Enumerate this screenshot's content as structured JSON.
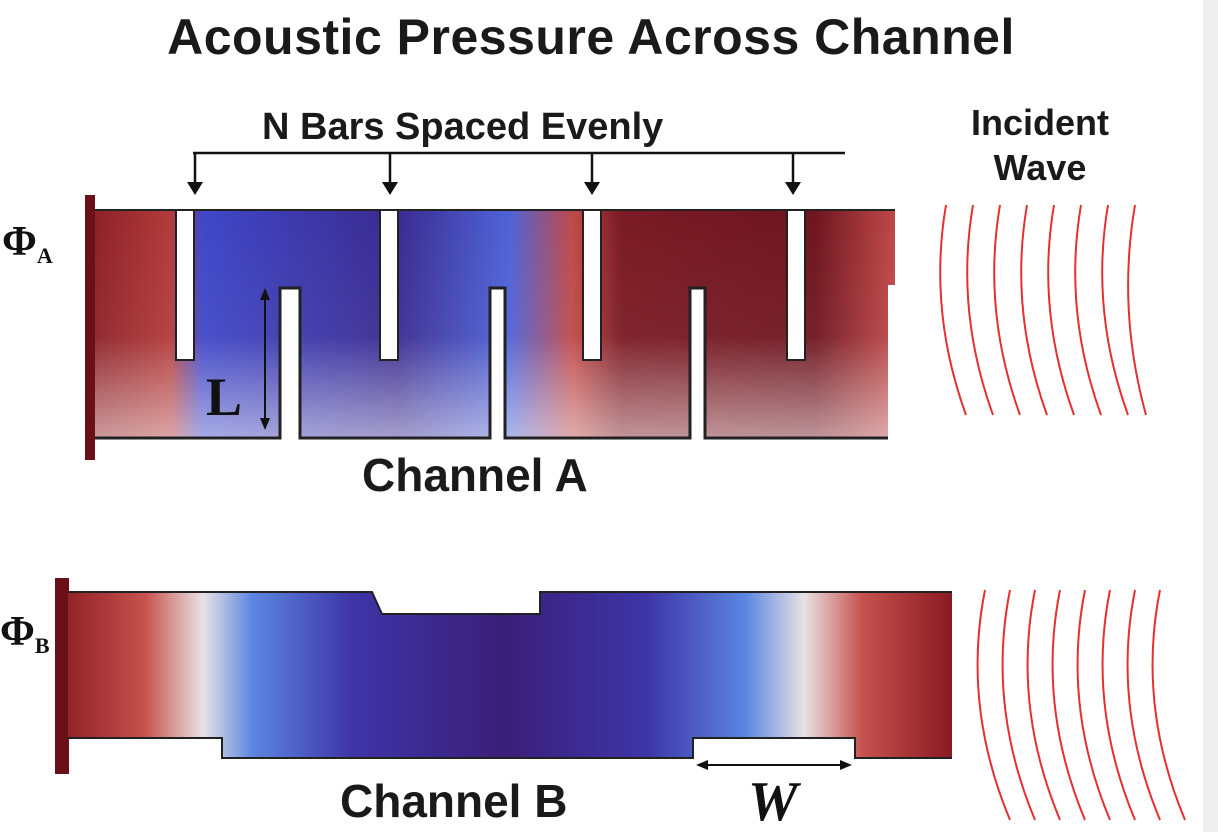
{
  "title": "Acoustic Pressure Across Channel",
  "bars_label": "N Bars Spaced Evenly",
  "incident_wave": {
    "line1": "Incident",
    "line2": "Wave"
  },
  "phi_a": {
    "symbol": "Φ",
    "subscript": "A"
  },
  "phi_b": {
    "symbol": "Φ",
    "subscript": "B"
  },
  "channel_a_label": "Channel A",
  "channel_b_label": "Channel B",
  "length_label": "L",
  "width_label": "W",
  "colors": {
    "high_pressure": "#7a1a22",
    "mid_red": "#b8322e",
    "neutral": "#e8e2e6",
    "low_blue": "#4a5fd8",
    "low_pressure": "#3a1f7a",
    "wave": "#e53030"
  }
}
